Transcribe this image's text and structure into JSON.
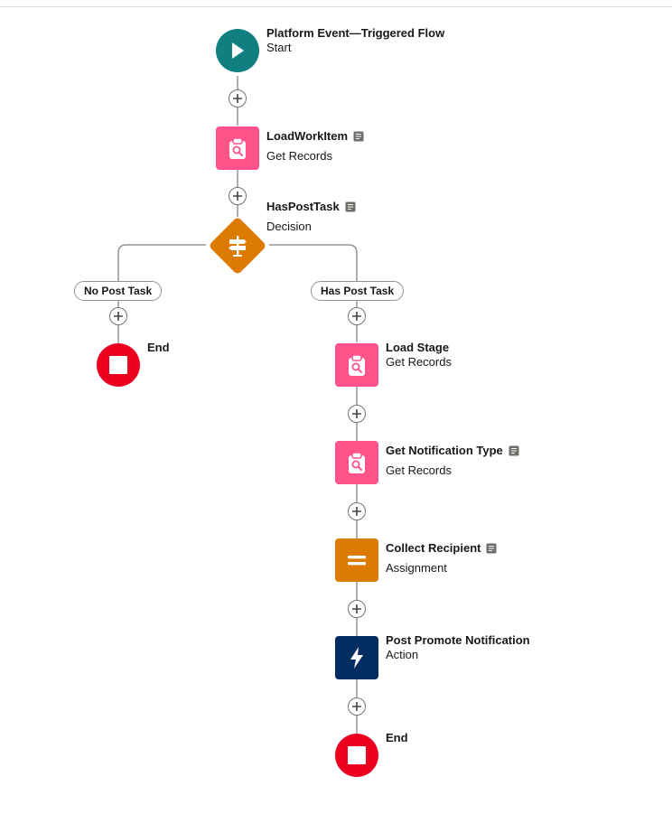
{
  "colors": {
    "start": "#107f80",
    "get_records": "#ff538a",
    "decision": "#dd7a01",
    "assignment": "#dd7a01",
    "action": "#032d60",
    "end": "#ea001e",
    "connector": "#939393"
  },
  "start": {
    "title": "Platform Event—Triggered Flow",
    "subtitle": "Start",
    "icon": "play-icon"
  },
  "load_work_item": {
    "title": "LoadWorkItem",
    "subtitle": "Get Records",
    "icon": "clipboard-search-icon",
    "has_description": true
  },
  "has_post_task": {
    "title": "HasPostTask",
    "subtitle": "Decision",
    "icon": "signpost-icon",
    "has_description": true
  },
  "branches": {
    "left": {
      "label": "No Post Task",
      "end": {
        "title": "End",
        "icon": "stop-icon"
      }
    },
    "right": {
      "label": "Has Post Task"
    }
  },
  "load_stage": {
    "title": "Load Stage",
    "subtitle": "Get Records",
    "icon": "clipboard-search-icon",
    "has_description": false
  },
  "get_notification_type": {
    "title": "Get Notification Type",
    "subtitle": "Get Records",
    "icon": "clipboard-search-icon",
    "has_description": true
  },
  "collect_recipient": {
    "title": "Collect Recipient",
    "subtitle": "Assignment",
    "icon": "equals-icon",
    "has_description": true
  },
  "post_promote_notification": {
    "title": "Post Promote Notification",
    "subtitle": "Action",
    "icon": "lightning-icon",
    "has_description": false
  },
  "final_end": {
    "title": "End",
    "icon": "stop-icon"
  }
}
